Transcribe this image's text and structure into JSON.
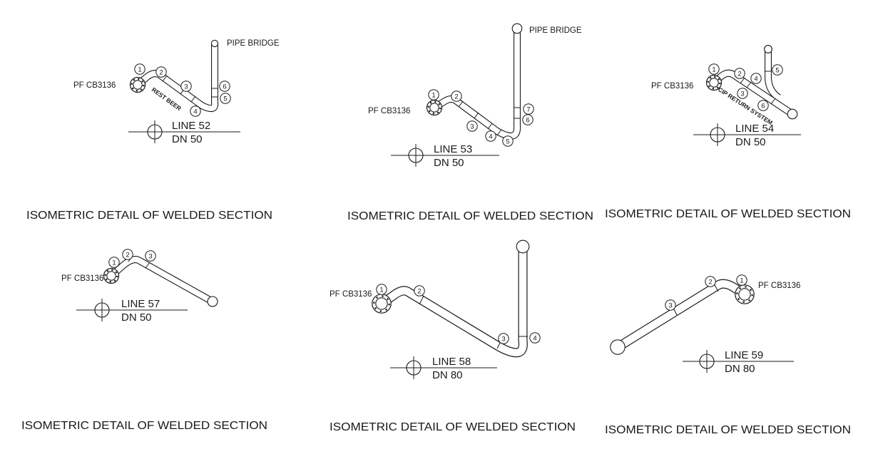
{
  "colors": {
    "ink": "#1a1a1a",
    "paper": "#ffffff"
  },
  "details": [
    {
      "line_label": "LINE 52",
      "dn_label": "DN 50",
      "pf_label": "PF CB3136",
      "bridge_label": "PIPE BRIDGE",
      "system_label": "REST BEER",
      "caption": "ISOMETRIC DETAIL OF WELDED SECTION",
      "welds": [
        "1",
        "2",
        "3",
        "4",
        "5",
        "6"
      ]
    },
    {
      "line_label": "LINE 53",
      "dn_label": "DN 50",
      "pf_label": "PF CB3136",
      "bridge_label": "PIPE BRIDGE",
      "caption": "ISOMETRIC DETAIL OF WELDED SECTION",
      "welds": [
        "1",
        "2",
        "3",
        "4",
        "5",
        "6",
        "7"
      ]
    },
    {
      "line_label": "LINE 54",
      "dn_label": "DN 50",
      "pf_label": "PF CB3136",
      "system_label": "CIP RETURN SYSTEM",
      "caption": "ISOMETRIC DETAIL OF WELDED SECTION",
      "welds": [
        "1",
        "2",
        "3",
        "4",
        "5",
        "6"
      ]
    },
    {
      "line_label": "LINE 57",
      "dn_label": "DN 50",
      "pf_label": "PF CB3136",
      "caption": "ISOMETRIC DETAIL OF WELDED SECTION",
      "welds": [
        "1",
        "2",
        "3"
      ]
    },
    {
      "line_label": "LINE 58",
      "dn_label": "DN 80",
      "pf_label": "PF CB3136",
      "caption": "ISOMETRIC DETAIL OF WELDED SECTION",
      "welds": [
        "1",
        "2",
        "3",
        "4"
      ]
    },
    {
      "line_label": "LINE 59",
      "dn_label": "DN 80",
      "pf_label": "PF CB3136",
      "caption": "ISOMETRIC DETAIL OF WELDED SECTION",
      "welds": [
        "1",
        "2",
        "3"
      ]
    }
  ]
}
